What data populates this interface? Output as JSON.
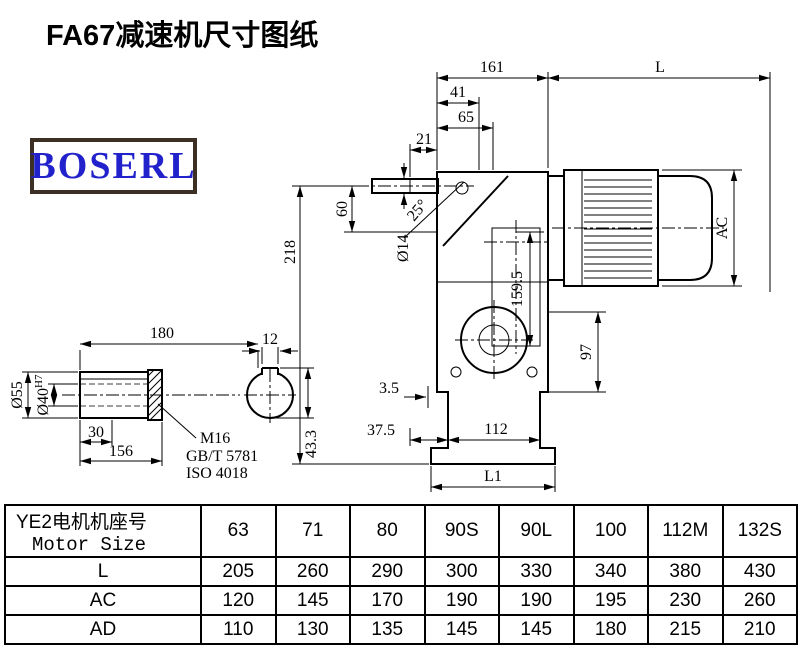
{
  "page": {
    "title": "FA67减速机尺寸图纸"
  },
  "logo": {
    "text": "BOSERL",
    "text_color": "#2222cc",
    "border_color": "#3c2f23"
  },
  "drawing": {
    "dims": {
      "d161": "161",
      "dL": "L",
      "d41": "41",
      "d65": "65",
      "d21": "21",
      "d60": "60",
      "dia14": "Ø14",
      "angle25": "25°",
      "d218": "218",
      "dAC": "AC",
      "d159_5": "159.5",
      "d97": "97",
      "d3_5": "3.5",
      "d37_5": "37.5",
      "d112": "112",
      "dL1": "L1"
    },
    "shaft": {
      "d180": "180",
      "d30": "30",
      "d156": "156",
      "dia55": "Ø55",
      "dia40": "Ø40",
      "tol": "H7",
      "thread": "M16",
      "std1": "GB/T 5781",
      "std2": "ISO 4018",
      "d12": "12",
      "d43_3": "43.3"
    }
  },
  "table": {
    "header_line1": "YE2电机机座号",
    "header_line2": "Motor Size",
    "sizes": [
      "63",
      "71",
      "80",
      "90S",
      "90L",
      "100",
      "112M",
      "132S"
    ],
    "rows": [
      {
        "label": "L",
        "values": [
          "205",
          "260",
          "290",
          "300",
          "330",
          "340",
          "380",
          "430"
        ]
      },
      {
        "label": "AC",
        "values": [
          "120",
          "145",
          "170",
          "190",
          "190",
          "195",
          "230",
          "260"
        ]
      },
      {
        "label": "AD",
        "values": [
          "110",
          "130",
          "135",
          "145",
          "145",
          "180",
          "215",
          "210"
        ]
      }
    ]
  }
}
